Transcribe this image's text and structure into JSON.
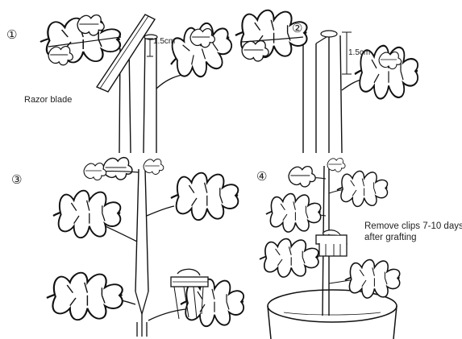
{
  "steps": [
    {
      "marker": "①",
      "measure": "1.5cm",
      "label": "Razor blade"
    },
    {
      "marker": "②",
      "measure": "1.5cm"
    },
    {
      "marker": "③"
    },
    {
      "marker": "④",
      "note": "Remove clips 7-10 days after grafting"
    }
  ]
}
